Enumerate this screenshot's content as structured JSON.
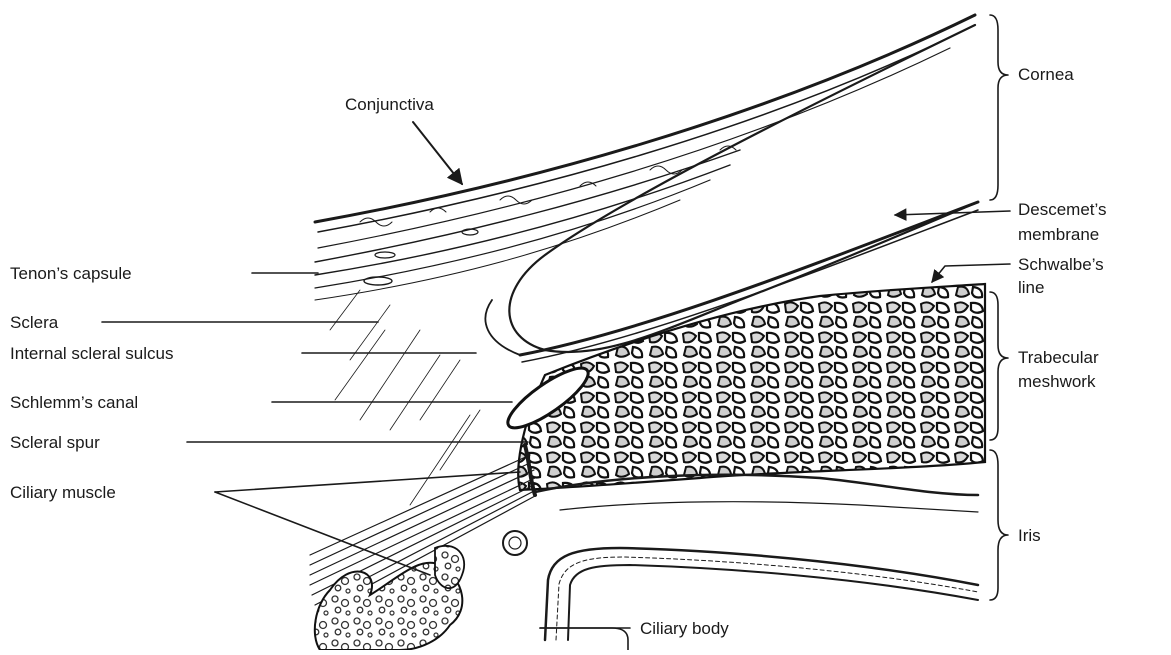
{
  "labels": {
    "conjunctiva": "Conjunctiva",
    "cornea": "Cornea",
    "descemet_1": "Descemet’s",
    "descemet_2": "membrane",
    "schwalbe_1": "Schwalbe’s",
    "schwalbe_2": "line",
    "tenon": "Tenon’s capsule",
    "sclera": "Sclera",
    "internal_sulcus": "Internal scleral sulcus",
    "schlemm": "Schlemm’s canal",
    "scleral_spur": "Scleral spur",
    "ciliary_muscle": "Ciliary muscle",
    "trabecular_1": "Trabecular",
    "trabecular_2": "meshwork",
    "iris": "Iris",
    "ciliary_body": "Ciliary body"
  }
}
